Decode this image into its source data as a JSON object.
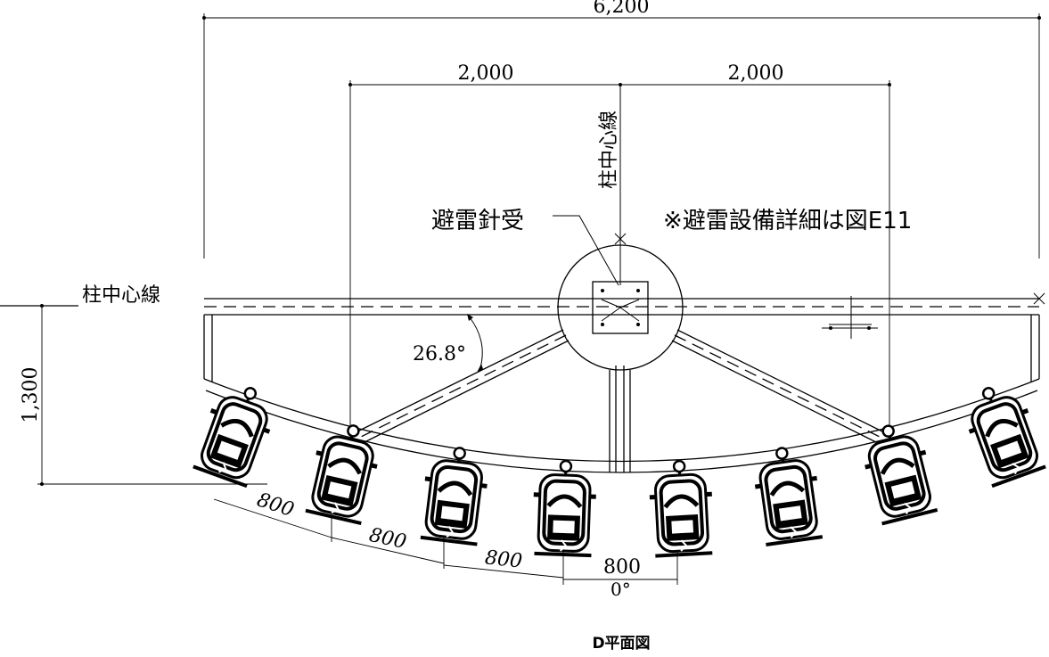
{
  "dimensions": {
    "overall_width": "6,200",
    "left_span": "2,000",
    "right_span": "2,000",
    "depth": "1,300",
    "spacing_1": "800",
    "spacing_2": "800",
    "spacing_3": "800",
    "spacing_4": "800"
  },
  "angles": {
    "arm_angle": "26.8°",
    "center_angle": "0°"
  },
  "labels": {
    "column_centerline_vertical": "柱中心線",
    "column_centerline_horizontal": "柱中心線",
    "lightning_rod_receiver": "避雷針受",
    "lightning_note": "※避雷設備詳細は図E11"
  },
  "caption": "D平面図",
  "components": {
    "seat_icon": "swing-seat-icon",
    "seat_count": 8
  }
}
